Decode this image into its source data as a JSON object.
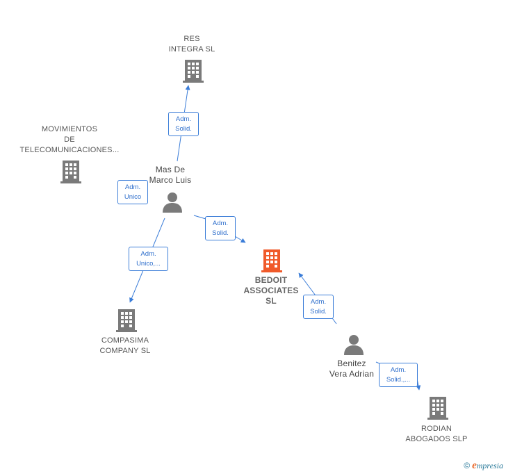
{
  "nodes": {
    "res_integra": {
      "label": "RES\nINTEGRA  SL",
      "kind": "company"
    },
    "movimientos": {
      "label": "MOVIMIENTOS\nDE\nTELECOMUNICACIONES...",
      "kind": "company"
    },
    "mas_de_marco": {
      "label": "Mas De\nMarco Luis",
      "kind": "person"
    },
    "bedoit": {
      "label": "BEDOIT\nASSOCIATES\nSL",
      "kind": "company",
      "focus": true
    },
    "compasima": {
      "label": "COMPASIMA\nCOMPANY SL",
      "kind": "company"
    },
    "benitez": {
      "label": "Benitez\nVera Adrian",
      "kind": "person"
    },
    "rodian": {
      "label": "RODIAN\nABOGADOS  SLP",
      "kind": "company"
    }
  },
  "edges": {
    "e1": {
      "line1": "Adm.",
      "line2": "Solid."
    },
    "e2": {
      "line1": "Adm.",
      "line2": "Unico"
    },
    "e3": {
      "line1": "Adm.",
      "line2": "Solid."
    },
    "e4": {
      "line1": "Adm.",
      "line2": "Unico,..."
    },
    "e5": {
      "line1": "Adm.",
      "line2": "Solid."
    },
    "e6": {
      "line1": "Adm.",
      "line2": "Solid.,..."
    }
  },
  "colors": {
    "company": "#7a7a7a",
    "focus_company": "#f05a2a",
    "person": "#7a7a7a",
    "edge": "#3b7dd8"
  },
  "icons": {
    "company": "building-icon",
    "person": "person-icon"
  },
  "footer": {
    "copyright": "©",
    "brand_initial": "e",
    "brand_rest": "mpresia"
  }
}
